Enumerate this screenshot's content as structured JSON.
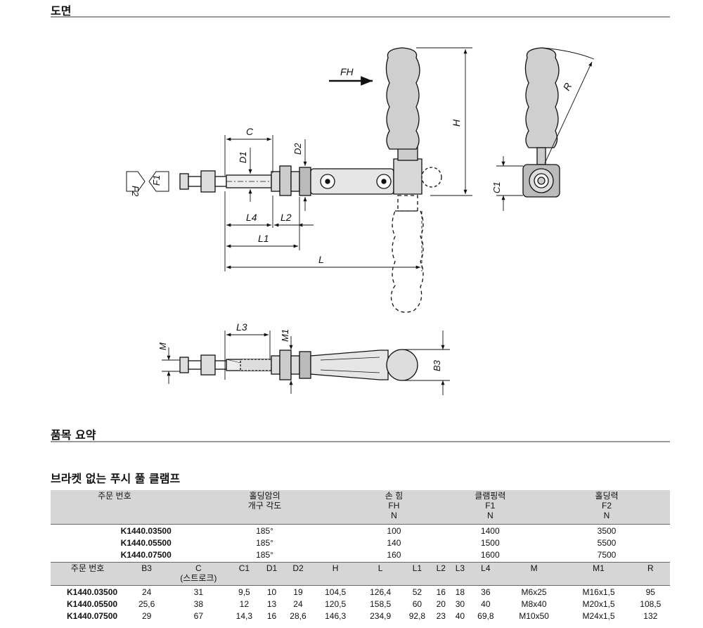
{
  "sections": {
    "drawing_title": "도면",
    "summary_title": "품목 요약",
    "product_title": "브라켓 없는 푸시 풀 클램프"
  },
  "drawing_labels": {
    "FH": "FH",
    "H": "H",
    "C": "C",
    "D1": "D1",
    "D2": "D2",
    "F2": "F2",
    "F1": "F1",
    "L4": "L4",
    "L2": "L2",
    "L1": "L1",
    "L": "L",
    "R": "R",
    "C1": "C1",
    "L3": "L3",
    "M": "M",
    "M1": "M1",
    "B3": "B3"
  },
  "table1": {
    "headers": [
      {
        "l1": "주문 번호",
        "l2": "",
        "l3": ""
      },
      {
        "l1": "홀딩암의",
        "l2": "개구 각도",
        "l3": ""
      },
      {
        "l1": "손 힘",
        "l2": "FH",
        "l3": "N"
      },
      {
        "l1": "클램핑력",
        "l2": "F1",
        "l3": "N"
      },
      {
        "l1": "홀딩력",
        "l2": "F2",
        "l3": "N"
      }
    ],
    "rows": [
      [
        "K1440.03500",
        "185°",
        "100",
        "1400",
        "3500"
      ],
      [
        "K1440.05500",
        "185°",
        "140",
        "1500",
        "5500"
      ],
      [
        "K1440.07500",
        "185°",
        "160",
        "1600",
        "7500"
      ]
    ]
  },
  "table2": {
    "headers": [
      {
        "l1": "주문 번호",
        "l2": ""
      },
      {
        "l1": "B3",
        "l2": ""
      },
      {
        "l1": "C",
        "l2": "(스트로크)"
      },
      {
        "l1": "C1",
        "l2": ""
      },
      {
        "l1": "D1",
        "l2": ""
      },
      {
        "l1": "D2",
        "l2": ""
      },
      {
        "l1": "H",
        "l2": ""
      },
      {
        "l1": "L",
        "l2": ""
      },
      {
        "l1": "L1",
        "l2": ""
      },
      {
        "l1": "L2",
        "l2": ""
      },
      {
        "l1": "L3",
        "l2": ""
      },
      {
        "l1": "L4",
        "l2": ""
      },
      {
        "l1": "M",
        "l2": ""
      },
      {
        "l1": "M1",
        "l2": ""
      },
      {
        "l1": "R",
        "l2": ""
      }
    ],
    "rows": [
      [
        "K1440.03500",
        "24",
        "31",
        "9,5",
        "10",
        "19",
        "104,5",
        "126,4",
        "52",
        "16",
        "18",
        "36",
        "M6x25",
        "M16x1,5",
        "95"
      ],
      [
        "K1440.05500",
        "25,6",
        "38",
        "12",
        "13",
        "24",
        "120,5",
        "158,5",
        "60",
        "20",
        "30",
        "40",
        "M8x40",
        "M20x1,5",
        "108,5"
      ],
      [
        "K1440.07500",
        "29",
        "67",
        "14,3",
        "16",
        "28,6",
        "146,3",
        "234,9",
        "92,8",
        "23",
        "40",
        "69,8",
        "M10x50",
        "M24x1,5",
        "132"
      ]
    ]
  }
}
